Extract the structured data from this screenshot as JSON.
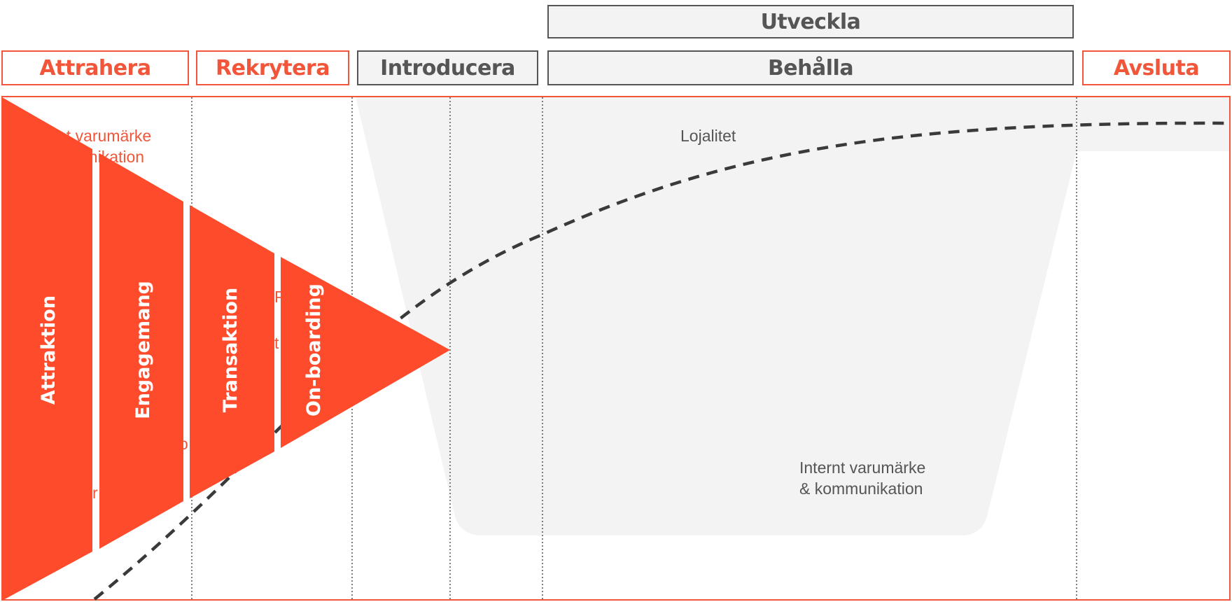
{
  "phases": {
    "attrahera": "Attrahera",
    "rekrytera": "Rekrytera",
    "introducera": "Introducera",
    "utveckla": "Utveckla",
    "behalla": "Behålla",
    "avsluta": "Avsluta"
  },
  "funnel": {
    "attraktion": "Attraktion",
    "engagemang": "Engagemang",
    "transaktion": "Transaktion",
    "onboarding": "On-boarding"
  },
  "labels": {
    "lojalitet": "Lojalitet",
    "internal_brand_line1": "Internt varumärke",
    "internal_brand_line2": "& kommunikation",
    "hidden_brand_line1": "nt varumärke",
    "hidden_brand_line2": "unikation",
    "hidden_fragment_1": "P",
    "hidden_fragment_2": "t",
    "hidden_fragment_3": "o",
    "hidden_fragment_4": "r"
  },
  "colors": {
    "accent": "#f2563a",
    "funnel": "#fe4b2c",
    "neutral_text": "#555555",
    "panel": "#f3f3f3",
    "curve": "#3a3a3a"
  }
}
